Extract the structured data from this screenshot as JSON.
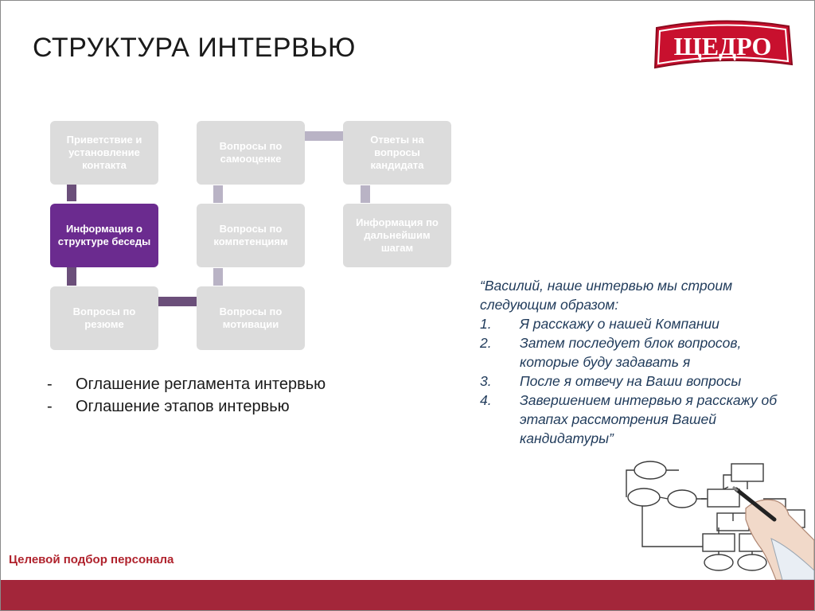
{
  "slide": {
    "title": "СТРУКТУРА ИНТЕРВЬЮ",
    "logo_text": "ЩЕДРО",
    "footer_label": "Целевой подбор персонала"
  },
  "flow": {
    "boxes": [
      {
        "label": "Приветствие и установление контакта",
        "state": "inactive"
      },
      {
        "label": "Информация о структуре беседы",
        "state": "active"
      },
      {
        "label": "Вопросы по резюме",
        "state": "inactive"
      },
      {
        "label": "Вопросы по мотивации",
        "state": "inactive"
      },
      {
        "label": "Вопросы по компетенциям",
        "state": "inactive"
      },
      {
        "label": "Вопросы по самооценке",
        "state": "inactive"
      },
      {
        "label": "Ответы на вопросы кандидата",
        "state": "inactive"
      },
      {
        "label": "Информация по дальнейшим шагам",
        "state": "inactive"
      }
    ]
  },
  "bullets": {
    "dash": "-",
    "items": [
      "Оглашение регламента интервью",
      "Оглашение этапов интервью"
    ]
  },
  "quote": {
    "intro": "“Василий, наше интервью мы строим следующим образом:",
    "items": [
      {
        "num": "1.",
        "text": "Я расскажу о нашей Компании"
      },
      {
        "num": "2.",
        "text": "Затем последует блок вопросов, которые буду задавать я"
      },
      {
        "num": "3.",
        "text": "После я отвечу на Ваши вопросы"
      },
      {
        "num": "4.",
        "text": "Завершением интервью я расскажу об этапах рассмотрения Вашей кандидатуры”"
      }
    ]
  },
  "colors": {
    "accent_purple": "#6b2b8f",
    "box_gray": "#dcdcdc",
    "footer_red": "#a3263a",
    "quote_blue": "#1f3a5a"
  }
}
